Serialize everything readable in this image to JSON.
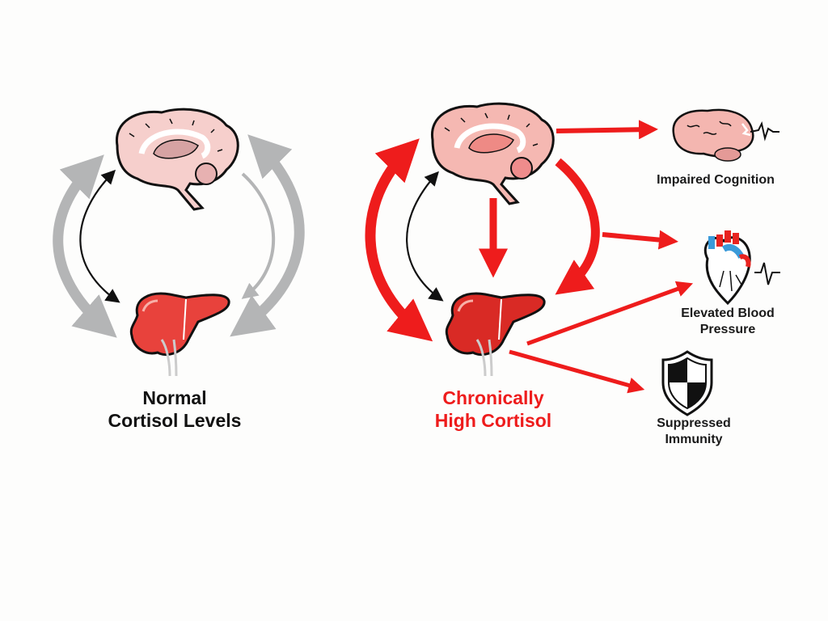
{
  "panels": {
    "normal": {
      "title_line1": "Normal",
      "title_line2": "Cortisol Levels",
      "arrow_color": "#b4b5b6",
      "feedback_arrow_color": "#111111"
    },
    "chronic": {
      "title_line1": "Chronically",
      "title_line2": "High Cortisol",
      "title_color": "#ee1c1c",
      "arrow_color": "#ee1c1c"
    }
  },
  "effects": [
    {
      "icon": "damaged-brain-icon",
      "line1": "Impaired Cognition",
      "line2": ""
    },
    {
      "icon": "heart-icon",
      "line1": "Elevated Blood",
      "line2": "Pressure"
    },
    {
      "icon": "shield-icon",
      "line1": "Suppressed",
      "line2": "Immunity"
    }
  ],
  "colors": {
    "brain_fill": "#f6c9c6",
    "brain_inner": "#d89a9a",
    "adrenal_fill": "#e8423c",
    "heart_red": "#e8231f",
    "heart_blue": "#3a9ad9",
    "accent_red": "#ee1c1c",
    "neutral_gray": "#b4b5b6"
  }
}
